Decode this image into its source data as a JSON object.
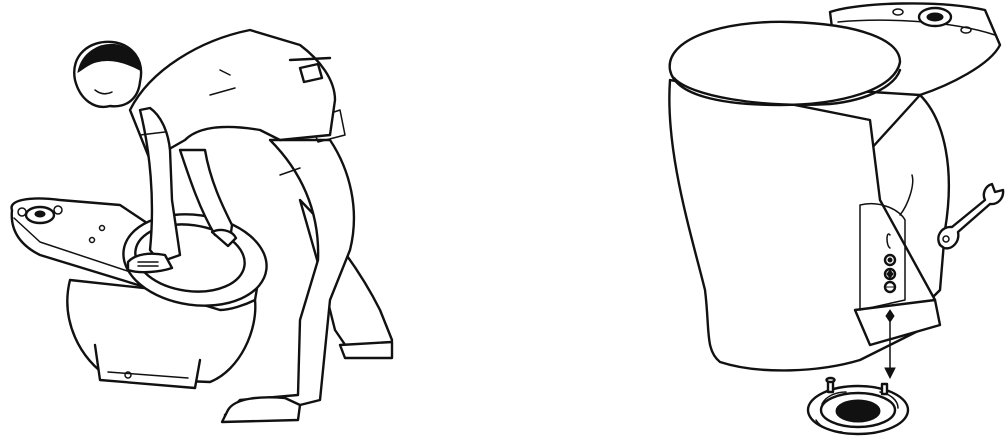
{
  "figure": {
    "panels": [
      {
        "id": "left",
        "content": "person-installing-toilet-bowl"
      },
      {
        "id": "right",
        "content": "assembled-toilet-over-floor-flange"
      }
    ],
    "icons": [
      "person-icon",
      "toilet-bowl-icon",
      "toilet-icon",
      "wrench-icon",
      "floor-flange-icon",
      "down-arrow-icon"
    ],
    "line_color": "#111111",
    "background": "#ffffff"
  }
}
